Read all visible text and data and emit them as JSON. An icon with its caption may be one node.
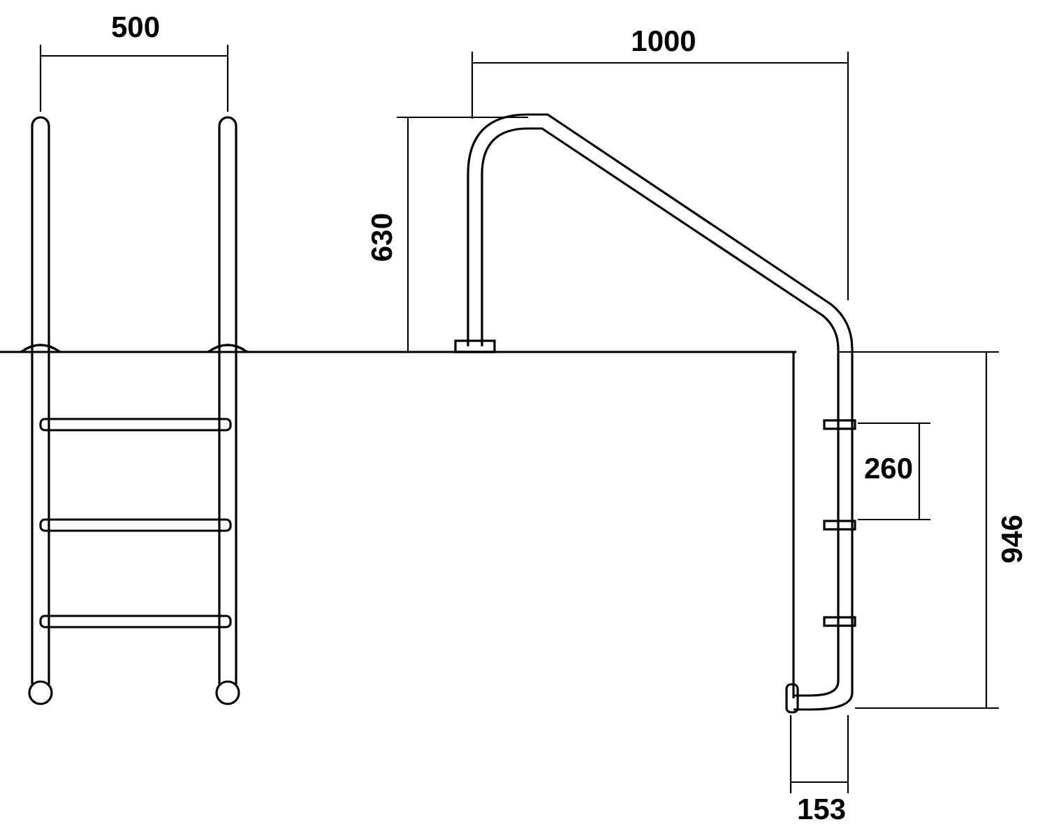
{
  "diagram": {
    "labels": [
      "500",
      "1000",
      "630",
      "260",
      "946",
      "153"
    ]
  }
}
